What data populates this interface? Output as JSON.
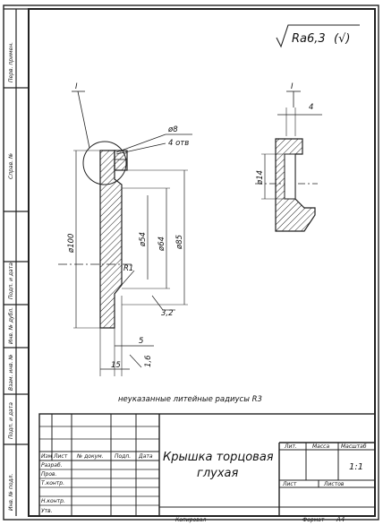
{
  "roughness": {
    "value": "Ra6,3",
    "mark": "(√)"
  },
  "side_strip": [
    "Перв. примен.",
    "Справ. №",
    "Подп. и дата",
    "Инв. № дубл.",
    "Взам. инв. №",
    "Подп. и дата",
    "Инв. № подл."
  ],
  "dimensions": {
    "d8": "ø8",
    "holes": "4 отв",
    "d100": "ø100",
    "d54": "ø54",
    "d64": "ø64",
    "d85": "ø85",
    "r1": "R1",
    "d32": "3,2",
    "d5": "5",
    "d15": "15",
    "d16": "1,6",
    "d14": "ø14",
    "d4": "4",
    "leader1": "I",
    "view_label": "I"
  },
  "note": "неуказанные литейные радиусы R3",
  "title_block": {
    "name_line1": "Крышка торцовая",
    "name_line2": "глухая",
    "cols": [
      "Изм",
      "Лист",
      "№ докум.",
      "Подп.",
      "Дата"
    ],
    "rows": [
      "Разраб.",
      "Пров.",
      "Т.контр.",
      "",
      "Н.контр.",
      "Утв."
    ],
    "lit": "Лит.",
    "mass": "Масса",
    "scale": "Масштаб",
    "scale_value": "1:1",
    "sheet": "Лист",
    "sheets": "Листов",
    "copied": "Копировал",
    "format": "Формат",
    "format_value": "A4"
  }
}
